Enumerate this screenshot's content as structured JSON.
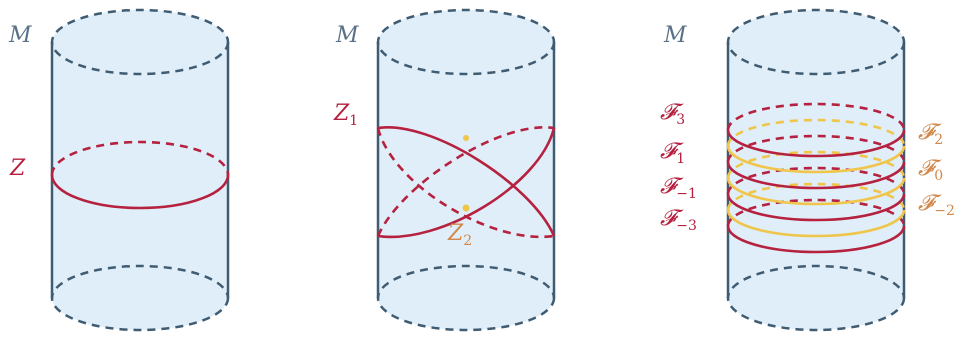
{
  "panels": [
    {
      "manifold_label": "M",
      "submanifold_label": "Z"
    },
    {
      "manifold_label": "M",
      "z1_label": "Z",
      "z1_sub": "1",
      "z2_label": "Z",
      "z2_sub": "2"
    },
    {
      "manifold_label": "M",
      "foliation_left": [
        {
          "symbol": "𝓕",
          "sub": "3"
        },
        {
          "symbol": "𝓕",
          "sub": "1"
        },
        {
          "symbol": "𝓕",
          "sub": "−1"
        },
        {
          "symbol": "𝓕",
          "sub": "−3"
        }
      ],
      "foliation_right": [
        {
          "symbol": "𝓕",
          "sub": "2"
        },
        {
          "symbol": "𝓕",
          "sub": "0"
        },
        {
          "symbol": "𝓕",
          "sub": "−2"
        }
      ]
    }
  ],
  "colors": {
    "cylinder_fill": "#dfeef8",
    "cylinder_stroke": "#405c73",
    "red": "#b5213f",
    "gold": "#efc54a",
    "label_gray": "#5a7188",
    "label_orange": "#d1884a"
  }
}
